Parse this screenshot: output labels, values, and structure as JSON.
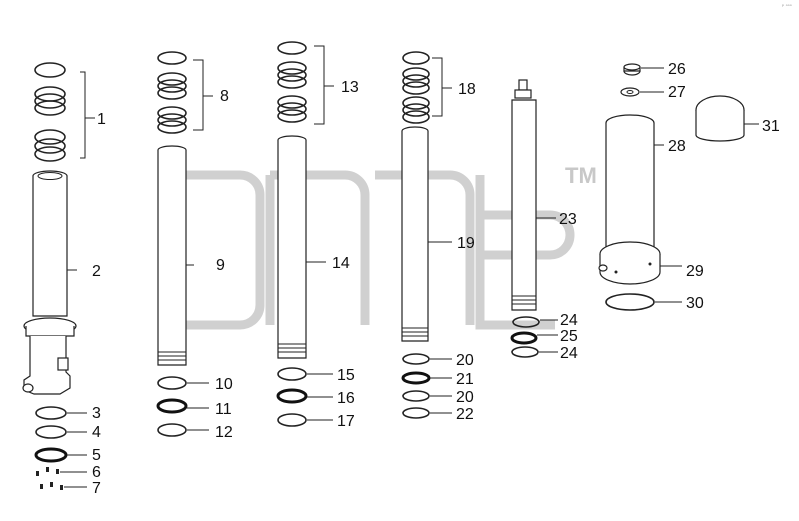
{
  "watermark": {
    "tm": "TM"
  },
  "corner_mark": "ᵖ ᵒᵒᵒ",
  "callouts": {
    "c1": "1",
    "c2": "2",
    "c3": "3",
    "c4": "4",
    "c5": "5",
    "c6": "6",
    "c7": "7",
    "c8": "8",
    "c9": "9",
    "c10": "10",
    "c11": "11",
    "c12": "12",
    "c13": "13",
    "c14": "14",
    "c15": "15",
    "c16": "16",
    "c17": "17",
    "c18": "18",
    "c19": "19",
    "c20a": "20",
    "c21": "21",
    "c20b": "20",
    "c22": "22",
    "c23": "23",
    "c24a": "24",
    "c25": "25",
    "c24b": "24",
    "c26": "26",
    "c27": "27",
    "c28": "28",
    "c29": "29",
    "c30": "30",
    "c31": "31"
  }
}
